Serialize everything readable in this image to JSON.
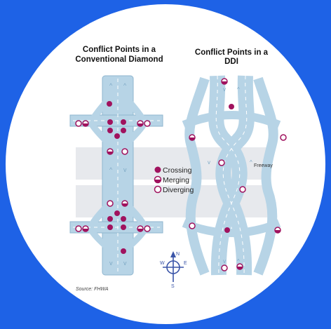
{
  "titles": {
    "left_line1": "Conflict Points in a",
    "left_line2": "Conventional Diamond",
    "right_line1": "Conflict Points in a",
    "right_line2": "DDI"
  },
  "legend": {
    "crossing": "Crossing",
    "merging": "Merging",
    "diverging": "Diverging"
  },
  "freeway_label": "Freeway",
  "compass": {
    "n": "N",
    "s": "S",
    "e": "E",
    "w": "W"
  },
  "source": "Source: FHWA",
  "colors": {
    "background": "#1e62e6",
    "circle": "#ffffff",
    "road": "#b7d4e6",
    "road_edge": "#8fb6cf",
    "conflict": "#a0125e"
  }
}
